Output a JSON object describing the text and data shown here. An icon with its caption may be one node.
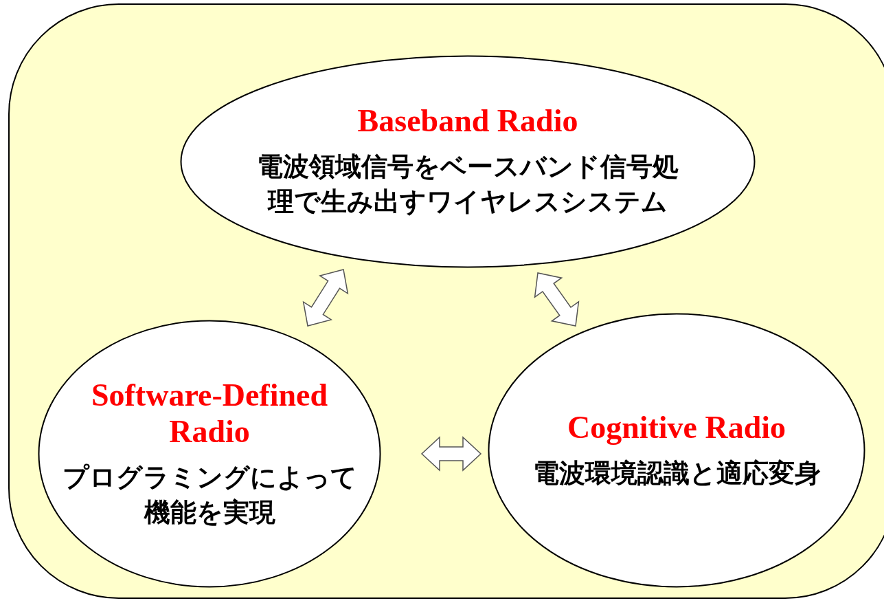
{
  "diagram": {
    "nodes": [
      {
        "text": [
          "Baseband Radio",
          "電波領域信号をベースバンド信号処理で生み出すワイヤレスシステム"
        ]
      },
      {
        "text": [
          "Software-Defined Radio",
          "プログラミングによって機能を実現"
        ]
      },
      {
        "text": [
          "Cognitive Radio",
          "電波環境認識と適応変身"
        ]
      }
    ],
    "edges": [
      {
        "from": 0,
        "to": 1,
        "arrow": "both"
      },
      {
        "from": 0,
        "to": 2,
        "arrow": "both"
      },
      {
        "from": 1,
        "to": 2,
        "arrow": "both"
      }
    ]
  }
}
